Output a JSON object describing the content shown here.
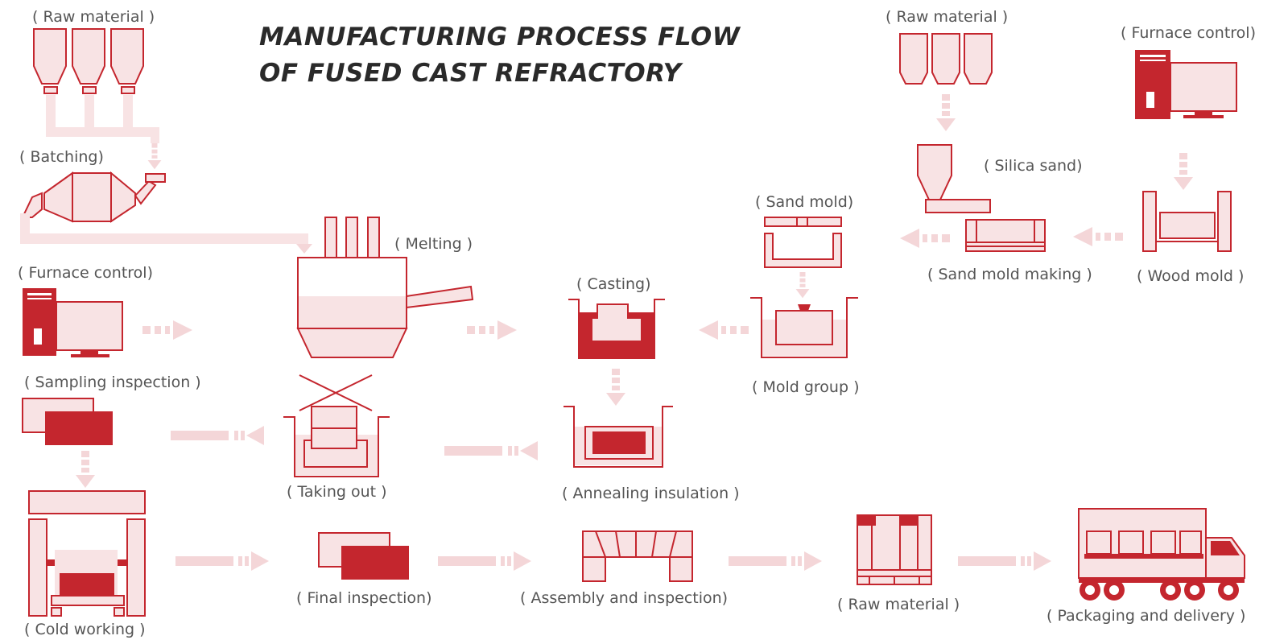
{
  "title": {
    "line1": "MANUFACTURING PROCESS FLOW",
    "line2": "OF FUSED CAST REFRACTORY"
  },
  "colors": {
    "red": "#c4262e",
    "light": "#f8e3e4",
    "arrow": "#f4d6d8"
  },
  "labels": {
    "raw_material_1": "( Raw material )",
    "batching": "( Batching)",
    "melting": "( Melting )",
    "furnace_control_1": "( Furnace control)",
    "sampling_inspection": "( Sampling inspection )",
    "taking_out": "( Taking out )",
    "casting": "( Casting)",
    "annealing_insulation": "( Annealing insulation )",
    "sand_mold": "( Sand mold)",
    "mold_group": "( Mold group )",
    "raw_material_2": "( Raw material )",
    "silica_sand": "( Silica sand)",
    "sand_mold_making": "( Sand mold making )",
    "furnace_control_2": "( Furnace control)",
    "wood_mold": "( Wood mold )",
    "cold_working": "( Cold working )",
    "final_inspection": "( Final inspection)",
    "assembly_inspection": "( Assembly and inspection)",
    "raw_material_3": "( Raw material )",
    "packaging_delivery": "( Packaging and delivery )"
  }
}
